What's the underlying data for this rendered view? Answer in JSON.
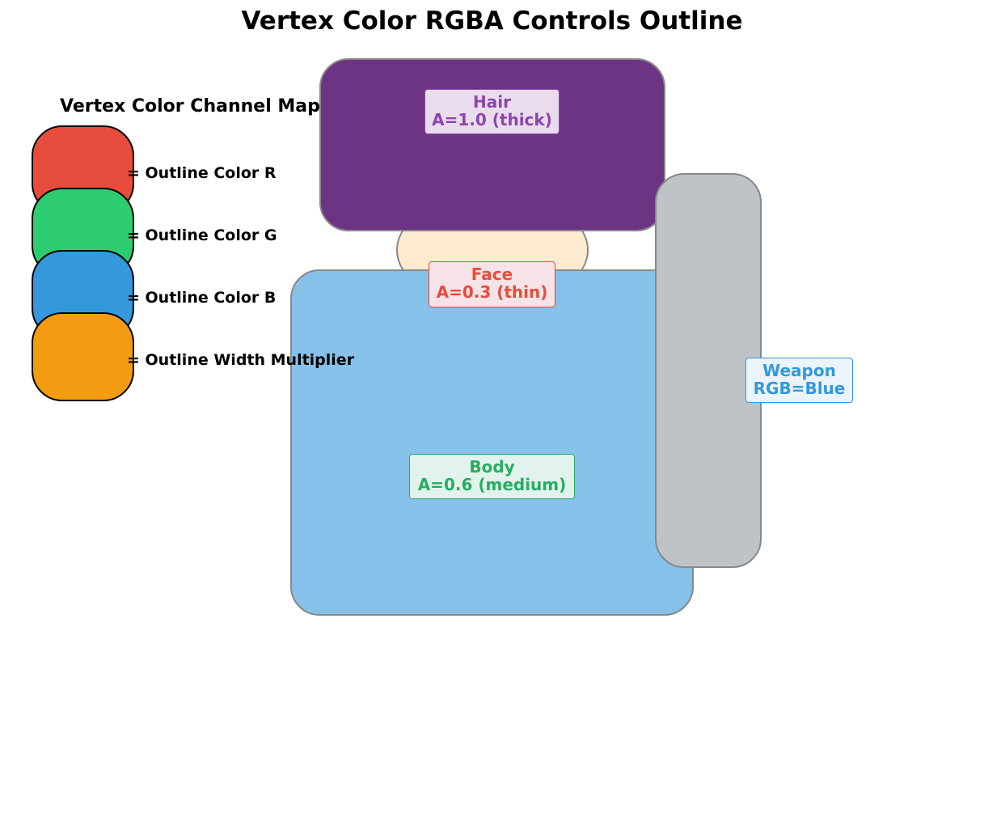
{
  "title": "Vertex Color RGBA Controls Outline",
  "legend": {
    "title": "Vertex Color Channel Map:",
    "items": [
      {
        "label": "= Outline Color R",
        "color": "#e74c3c"
      },
      {
        "label": "= Outline Color G",
        "color": "#2ecc71"
      },
      {
        "label": "= Outline Color B",
        "color": "#3498db"
      },
      {
        "label": "= Outline Width Multiplier",
        "color": "#f39c12"
      }
    ]
  },
  "parts": {
    "hair": {
      "name": "Hair",
      "value": "A=1.0 (thick)",
      "fill": "#6c3483",
      "label_color": "#8e44ad"
    },
    "face": {
      "name": "Face",
      "value": "A=0.3 (thin)",
      "fill": "#fdebd0",
      "label_color": "#e74c3c"
    },
    "body": {
      "name": "Body",
      "value": "A=0.6 (medium)",
      "fill": "#85c1e9",
      "label_color": "#27ae60"
    },
    "weapon": {
      "name": "Weapon",
      "value": "RGB=Blue",
      "fill": "#bdc3c7",
      "label_color": "#3498db"
    }
  }
}
